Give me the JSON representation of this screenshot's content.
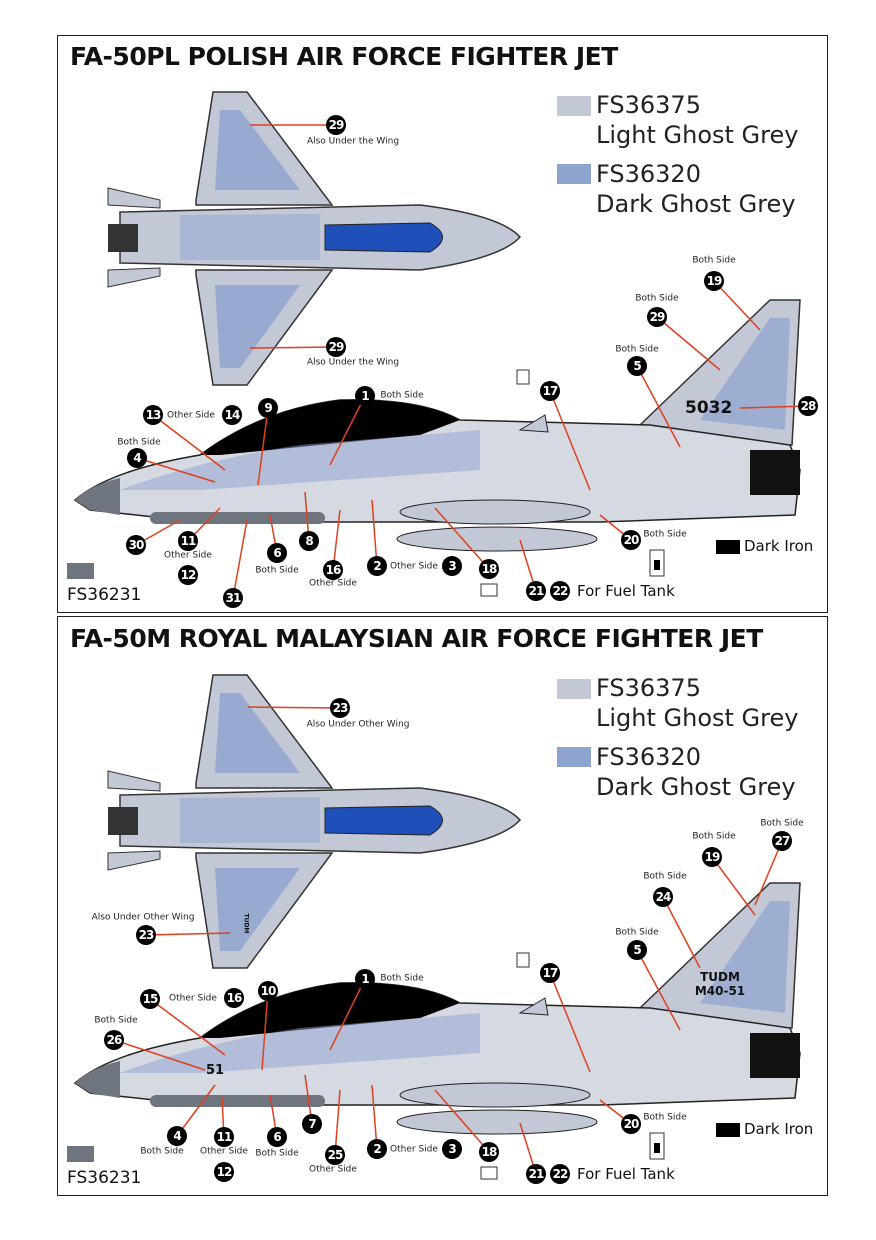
{
  "colors": {
    "light_ghost_grey": "#c3c8d6",
    "dark_ghost_grey": "#8fa3cf",
    "fs36231": "#6e757f",
    "dark_iron": "#000000",
    "leader": "#e0401c",
    "canopy_top": "#1f4fb8"
  },
  "panels": [
    {
      "title": "FA-50PL  POLISH  AIR FORCE  FIGHTER JET",
      "swatches": [
        {
          "code": "FS36375",
          "name": "Light Ghost Grey"
        },
        {
          "code": "FS36320",
          "name": "Dark Ghost Grey"
        }
      ],
      "tail_text": "5032",
      "nose_color": "FS36231",
      "dark_iron": "Dark Iron",
      "fuel_tank": "For Fuel Tank",
      "callouts": [
        {
          "n": "29",
          "note": "Also Under the Wing"
        },
        {
          "n": "29",
          "note": "Also Under the Wing"
        },
        {
          "n": "19",
          "note": "Both Side"
        },
        {
          "n": "29",
          "note": "Both Side"
        },
        {
          "n": "5",
          "note": "Both Side"
        },
        {
          "n": "28",
          "note": ""
        },
        {
          "n": "17",
          "note": ""
        },
        {
          "n": "1",
          "note": "Both Side"
        },
        {
          "n": "9",
          "note": ""
        },
        {
          "n": "13",
          "note": "Other Side"
        },
        {
          "n": "14",
          "note": ""
        },
        {
          "n": "4",
          "note": "Both Side"
        },
        {
          "n": "30",
          "note": ""
        },
        {
          "n": "11",
          "note": "Other Side"
        },
        {
          "n": "12",
          "note": ""
        },
        {
          "n": "6",
          "note": "Both Side"
        },
        {
          "n": "8",
          "note": ""
        },
        {
          "n": "16",
          "note": "Other Side"
        },
        {
          "n": "31",
          "note": ""
        },
        {
          "n": "2",
          "note": "Other Side"
        },
        {
          "n": "3",
          "note": ""
        },
        {
          "n": "18",
          "note": ""
        },
        {
          "n": "21",
          "note": ""
        },
        {
          "n": "22",
          "note": ""
        },
        {
          "n": "20",
          "note": "Both Side"
        }
      ]
    },
    {
      "title": "FA-50M  ROYAL MALAYSIAN AIR FORCE  FIGHTER JET",
      "swatches": [
        {
          "code": "FS36375",
          "name": "Light Ghost Grey"
        },
        {
          "code": "FS36320",
          "name": "Dark Ghost Grey"
        }
      ],
      "tail_text": "TUDM M40-51",
      "nose_number": "51",
      "wing_text": "TUDM",
      "nose_color": "FS36231",
      "dark_iron": "Dark Iron",
      "fuel_tank": "For Fuel Tank",
      "callouts": [
        {
          "n": "23",
          "note": "Also Under Other Wing"
        },
        {
          "n": "23",
          "note": "Also Under Other Wing"
        },
        {
          "n": "19",
          "note": "Both Side"
        },
        {
          "n": "27",
          "note": "Both Side"
        },
        {
          "n": "24",
          "note": "Both Side"
        },
        {
          "n": "5",
          "note": "Both Side"
        },
        {
          "n": "17",
          "note": ""
        },
        {
          "n": "1",
          "note": "Both Side"
        },
        {
          "n": "10",
          "note": ""
        },
        {
          "n": "15",
          "note": "Other Side"
        },
        {
          "n": "16",
          "note": ""
        },
        {
          "n": "26",
          "note": "Both Side"
        },
        {
          "n": "4",
          "note": "Both Side"
        },
        {
          "n": "11",
          "note": "Other Side"
        },
        {
          "n": "12",
          "note": ""
        },
        {
          "n": "6",
          "note": "Both Side"
        },
        {
          "n": "7",
          "note": ""
        },
        {
          "n": "25",
          "note": "Other Side"
        },
        {
          "n": "2",
          "note": "Other Side"
        },
        {
          "n": "3",
          "note": ""
        },
        {
          "n": "18",
          "note": ""
        },
        {
          "n": "21",
          "note": ""
        },
        {
          "n": "22",
          "note": ""
        },
        {
          "n": "20",
          "note": "Both Side"
        }
      ]
    }
  ]
}
